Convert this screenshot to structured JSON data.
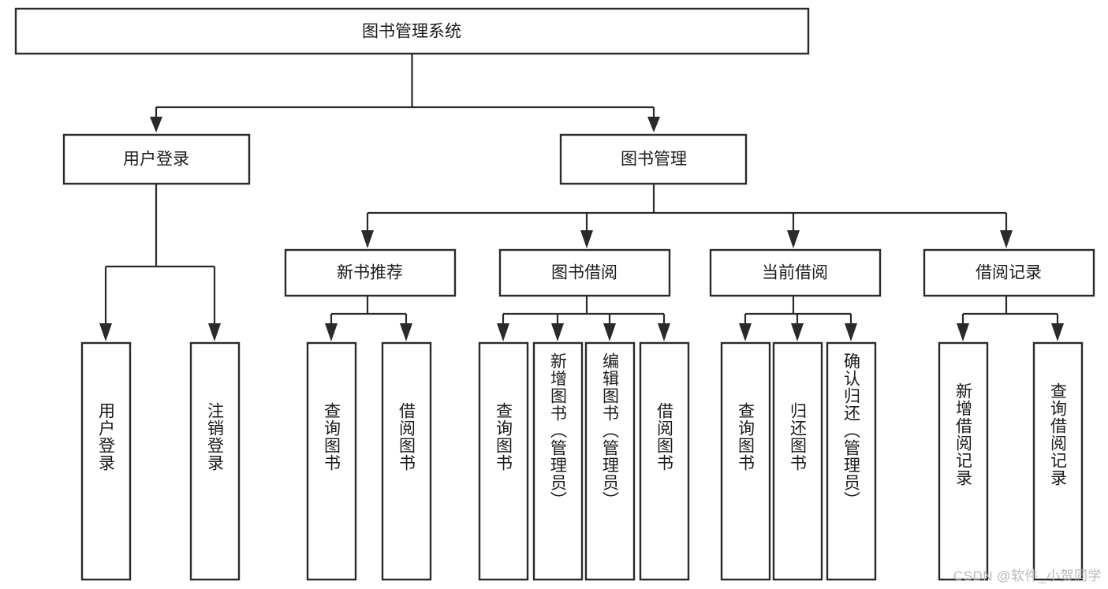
{
  "diagram": {
    "title": "图书管理系统",
    "type": "hierarchy-tree",
    "levels": 4,
    "colors": {
      "box_fill": "#ffffff",
      "box_stroke": "#2a2a2a",
      "text": "#1a1a1a",
      "connector": "#2a2a2a",
      "watermark": "#b9b9b9"
    },
    "root": {
      "label": "图书管理系统"
    },
    "level2": [
      {
        "label": "用户登录"
      },
      {
        "label": "图书管理"
      }
    ],
    "level3": [
      {
        "label": "新书推荐"
      },
      {
        "label": "图书借阅"
      },
      {
        "label": "当前借阅"
      },
      {
        "label": "借阅记录"
      }
    ],
    "leaves": {
      "user_login": [
        {
          "label": "用户登录"
        },
        {
          "label": "注销登录"
        }
      ],
      "new_book_recommend": [
        {
          "label": "查询图书"
        },
        {
          "label": "借阅图书"
        }
      ],
      "book_borrow": [
        {
          "label": "查询图书"
        },
        {
          "label": "新增图书（管理员）"
        },
        {
          "label": "编辑图书（管理员）"
        },
        {
          "label": "借阅图书"
        }
      ],
      "current_borrow": [
        {
          "label": "查询图书"
        },
        {
          "label": "归还图书"
        },
        {
          "label": "确认归还（管理员）"
        }
      ],
      "borrow_record": [
        {
          "label": "新增借阅记录"
        },
        {
          "label": "查询借阅记录"
        }
      ]
    }
  },
  "watermark": {
    "text": "CSDN @软件_小贺同学"
  }
}
